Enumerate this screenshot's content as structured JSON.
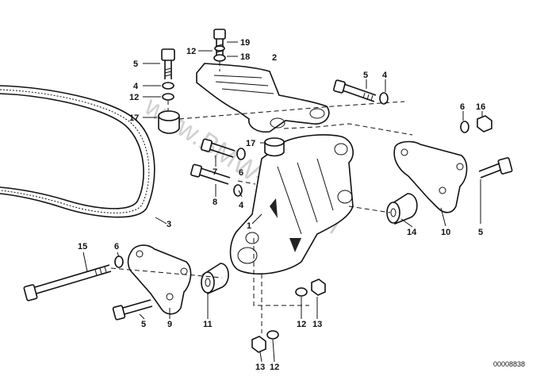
{
  "diagram": {
    "catalog_number": "00008838",
    "watermark": "www.BMW-store.pl",
    "callouts": [
      {
        "id": "c-19",
        "label": "19"
      },
      {
        "id": "c-12a",
        "label": "12"
      },
      {
        "id": "c-18",
        "label": "18"
      },
      {
        "id": "c-2",
        "label": "2"
      },
      {
        "id": "c-5a",
        "label": "5"
      },
      {
        "id": "c-4a",
        "label": "4"
      },
      {
        "id": "c-12b",
        "label": "12"
      },
      {
        "id": "c-17a",
        "label": "17"
      },
      {
        "id": "c-5b",
        "label": "5"
      },
      {
        "id": "c-4b",
        "label": "4"
      },
      {
        "id": "c-6a",
        "label": "6"
      },
      {
        "id": "c-16",
        "label": "16"
      },
      {
        "id": "c-17b",
        "label": "17"
      },
      {
        "id": "c-7",
        "label": "7"
      },
      {
        "id": "c-6b",
        "label": "6"
      },
      {
        "id": "c-8",
        "label": "8"
      },
      {
        "id": "c-4c",
        "label": "4"
      },
      {
        "id": "c-1",
        "label": "1"
      },
      {
        "id": "c-3",
        "label": "3"
      },
      {
        "id": "c-14",
        "label": "14"
      },
      {
        "id": "c-10",
        "label": "10"
      },
      {
        "id": "c-5c",
        "label": "5"
      },
      {
        "id": "c-15",
        "label": "15"
      },
      {
        "id": "c-6c",
        "label": "6"
      },
      {
        "id": "c-5d",
        "label": "5"
      },
      {
        "id": "c-9",
        "label": "9"
      },
      {
        "id": "c-11",
        "label": "11"
      },
      {
        "id": "c-12c",
        "label": "12"
      },
      {
        "id": "c-13a",
        "label": "13"
      },
      {
        "id": "c-13b",
        "label": "13"
      },
      {
        "id": "c-12d",
        "label": "12"
      }
    ]
  }
}
